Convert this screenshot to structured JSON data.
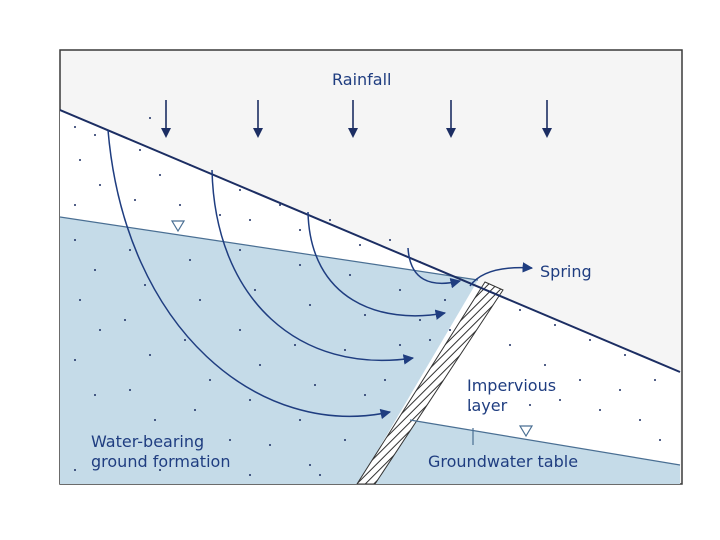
{
  "labels": {
    "rainfall": "Rainfall",
    "spring": "Spring",
    "impervious_line1": "Impervious",
    "impervious_line2": "layer",
    "water_bearing_line1": "Water-bearing",
    "water_bearing_line2": "ground formation",
    "groundwater_table": "Groundwater table"
  },
  "colors": {
    "water": "#c5dbe8",
    "soil": "#ffffff",
    "frame_bg": "#f5f5f5",
    "frame_border": "#3a3a3a",
    "flow_arrow": "#1f3d80",
    "label_text": "#1f3d80",
    "ground_surface": "#1c2e63",
    "water_table_line": "#4a6f93"
  },
  "icons": {
    "rain_arrow": "down-arrow-icon",
    "water_table_marker": "inverted-triangle-icon"
  }
}
